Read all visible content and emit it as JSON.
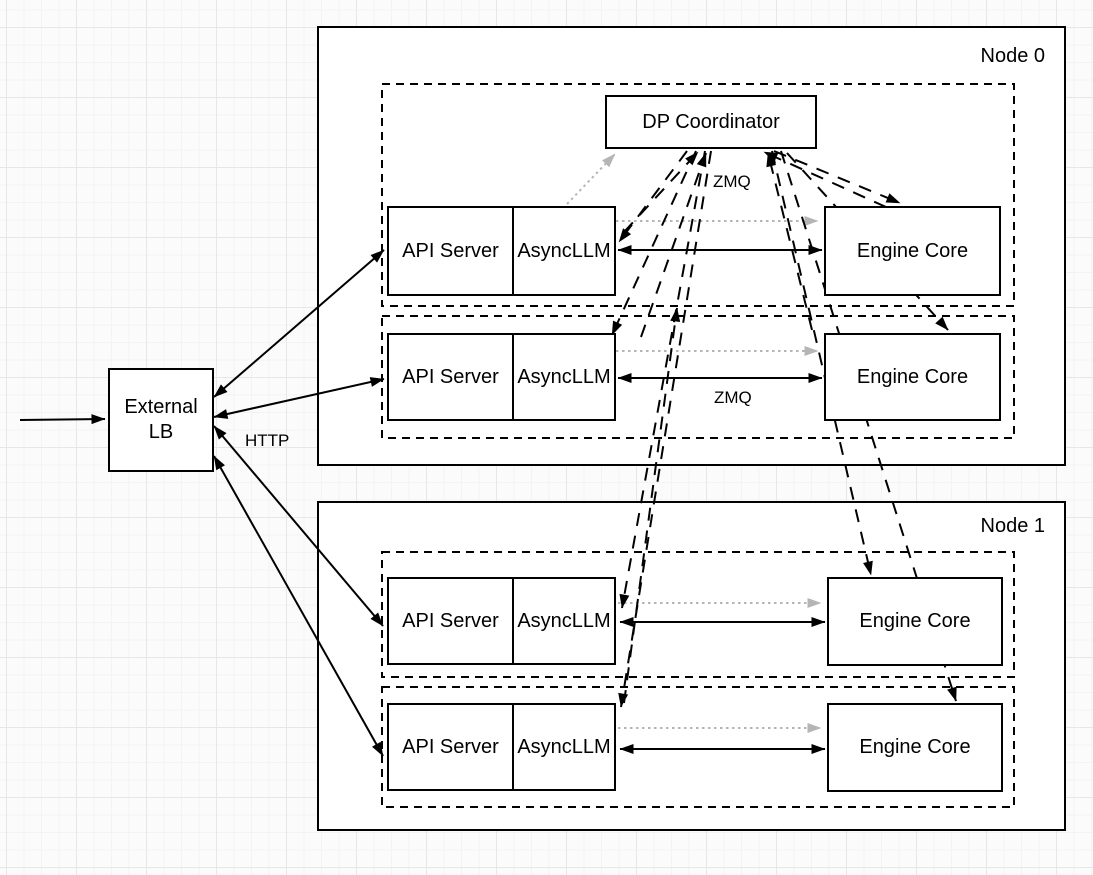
{
  "labels": {
    "node0": "Node 0",
    "node1": "Node 1",
    "external_lb_line1": "External",
    "external_lb_line2": "LB",
    "dp_coordinator": "DP Coordinator",
    "api_server": "API Server",
    "async_llm": "AsyncLLM",
    "engine_core": "Engine Core",
    "http": "HTTP",
    "zmq_top": "ZMQ",
    "zmq_bottom": "ZMQ"
  },
  "colors": {
    "line": "#000000",
    "dotted_gray": "#b5b5b5",
    "box_fill": "#ffffff",
    "box_border": "#000000",
    "background": "#fbfbfb"
  },
  "diagram": {
    "nodes": [
      "External LB",
      "Node 0",
      "Node 1",
      "DP Coordinator",
      "API Server x4",
      "AsyncLLM x4",
      "Engine Core x4"
    ],
    "connections": [
      {
        "from": "client (left edge)",
        "to": "External LB",
        "style": "solid",
        "arrows": "end"
      },
      {
        "from": "External LB",
        "to": "API Server (node0 row1)",
        "style": "solid",
        "arrows": "both",
        "label": "HTTP"
      },
      {
        "from": "External LB",
        "to": "API Server (node0 row2)",
        "style": "solid",
        "arrows": "both"
      },
      {
        "from": "External LB",
        "to": "API Server (node1 row1)",
        "style": "solid",
        "arrows": "both"
      },
      {
        "from": "External LB",
        "to": "API Server (node1 row2)",
        "style": "solid",
        "arrows": "both"
      },
      {
        "from": "AsyncLLM (each row)",
        "to": "Engine Core (same row)",
        "style": "solid",
        "arrows": "both",
        "label": "ZMQ"
      },
      {
        "from": "AsyncLLM (each row)",
        "to": "Engine Core (same row)",
        "style": "dotted-gray",
        "arrows": "end"
      },
      {
        "from": "AsyncLLM (node0 row1)",
        "to": "DP Coordinator",
        "style": "dotted-gray",
        "arrows": "end"
      },
      {
        "from": "DP Coordinator",
        "to": "each AsyncLLM",
        "style": "dashed",
        "arrows": "end",
        "label": "ZMQ"
      },
      {
        "from": "AsyncLLM",
        "to": "DP Coordinator",
        "style": "dashed",
        "arrows": "end"
      },
      {
        "from": "DP Coordinator",
        "to": "each Engine Core",
        "style": "dashed",
        "arrows": "end"
      },
      {
        "from": "Engine Core",
        "to": "DP Coordinator",
        "style": "dashed",
        "arrows": "end"
      }
    ]
  }
}
